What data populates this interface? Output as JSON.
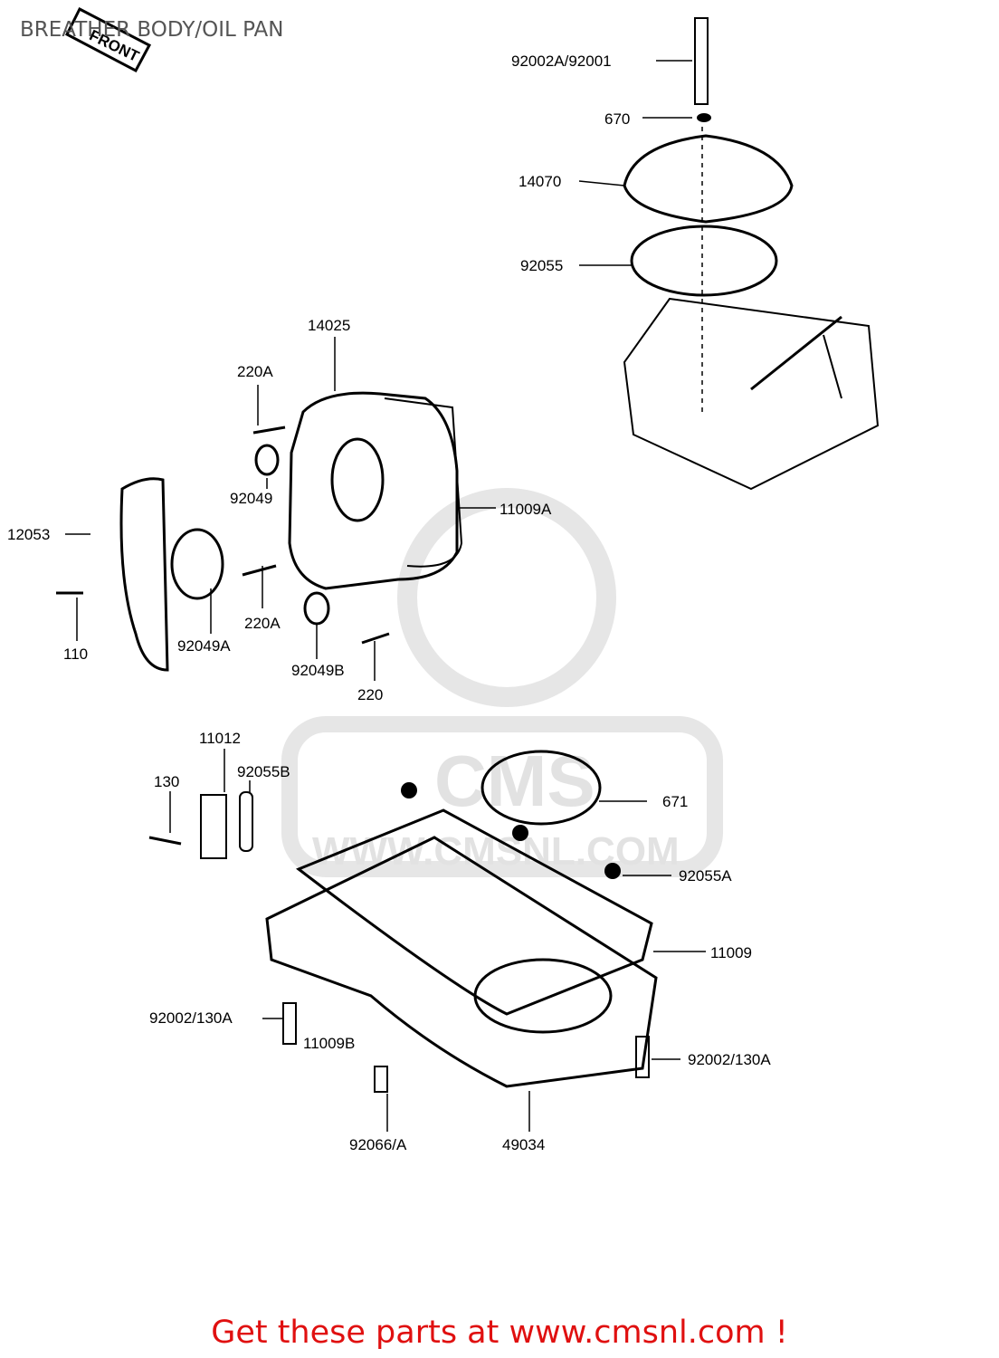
{
  "title": "BREATHER BODY/OIL PAN",
  "front_label": "FRONT",
  "watermark": "WWW.CMSNL.COM",
  "watermark_logo": "CMS",
  "footer": "Get these parts at www.cmsnl.com !",
  "part_labels": {
    "p92002A_92001": "92002A/92001",
    "p670": "670",
    "p14070": "14070",
    "p92055": "92055",
    "p14025": "14025",
    "p220A_top": "220A",
    "p92049": "92049",
    "p11009A": "11009A",
    "p12053": "12053",
    "p220A_mid": "220A",
    "p110": "110",
    "p92049A": "92049A",
    "p92049B": "92049B",
    "p220": "220",
    "p11012": "11012",
    "p130": "130",
    "p92055B": "92055B",
    "p671": "671",
    "p92055A": "92055A",
    "p11009": "11009",
    "p92002_130A_left": "92002/130A",
    "p11009B": "11009B",
    "p92002_130A_right": "92002/130A",
    "p92066_A": "92066/A",
    "p49034": "49034"
  }
}
